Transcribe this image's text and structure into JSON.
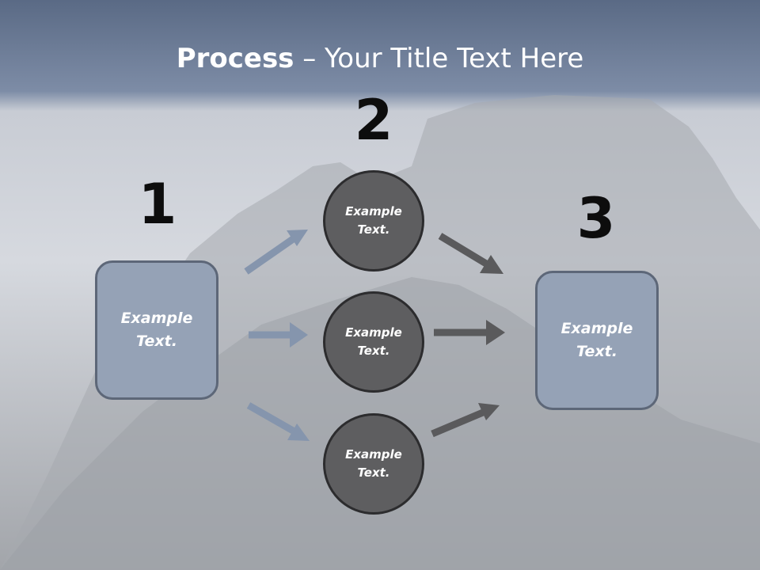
{
  "slide": {
    "title_bold": "Process",
    "title_rest": " – Your Title Text Here"
  },
  "steps": {
    "step1": {
      "number": "1",
      "label": "Example Text."
    },
    "step2": {
      "number": "2",
      "label": "Example Text."
    },
    "step3": {
      "number": "3",
      "label": "Example Text."
    }
  },
  "nodes": [
    {
      "label": "Example Text."
    },
    {
      "label": "Example Text."
    },
    {
      "label": "Example Text."
    }
  ],
  "colors": {
    "left_arrows": "#8595ad",
    "right_arrows": "#5a5a5c",
    "box_fill": "#95a2b6",
    "circle_fill": "#5e5e60"
  }
}
